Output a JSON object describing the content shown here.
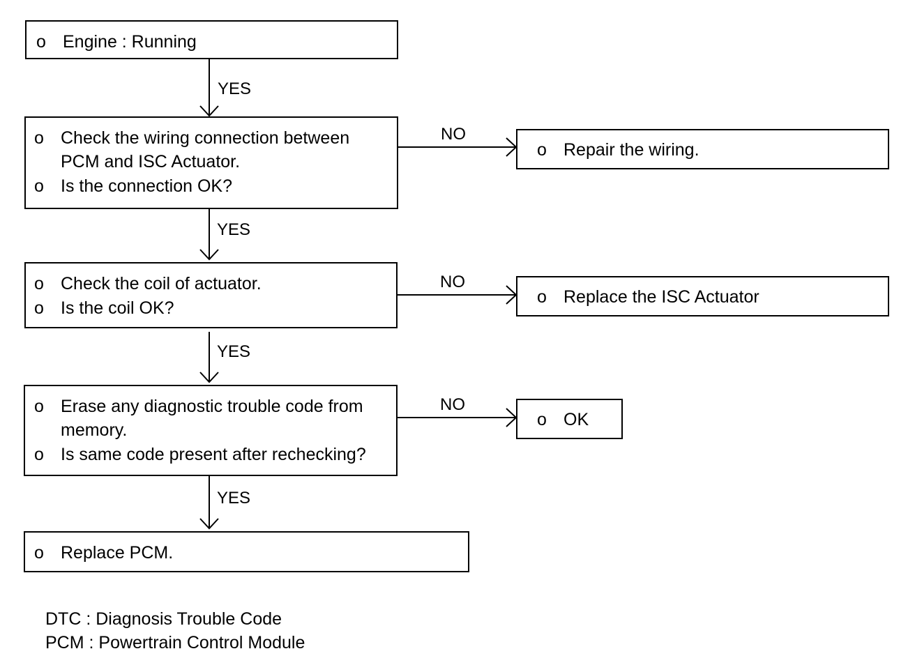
{
  "flowchart": {
    "bullet": "o",
    "start": {
      "line1": "Engine : Running"
    },
    "step1": {
      "line1": "Check the wiring connection between",
      "line2": "PCM and ISC Actuator.",
      "line3": "Is the connection OK?"
    },
    "step1_no": {
      "line1": "Repair the wiring."
    },
    "step2": {
      "line1": "Check the coil of actuator.",
      "line2": "Is the coil OK?"
    },
    "step2_no": {
      "line1": "Replace the ISC Actuator"
    },
    "step3": {
      "line1": "Erase any diagnostic trouble code from",
      "line2": "memory.",
      "line3": "Is same code present after rechecking?"
    },
    "step3_no": {
      "line1": "OK"
    },
    "end": {
      "line1": "Replace PCM."
    },
    "labels": {
      "yes": "YES",
      "no": "NO"
    }
  },
  "legend": {
    "dtc": "DTC : Diagnosis Trouble Code",
    "pcm": "PCM : Powertrain Control Module"
  }
}
